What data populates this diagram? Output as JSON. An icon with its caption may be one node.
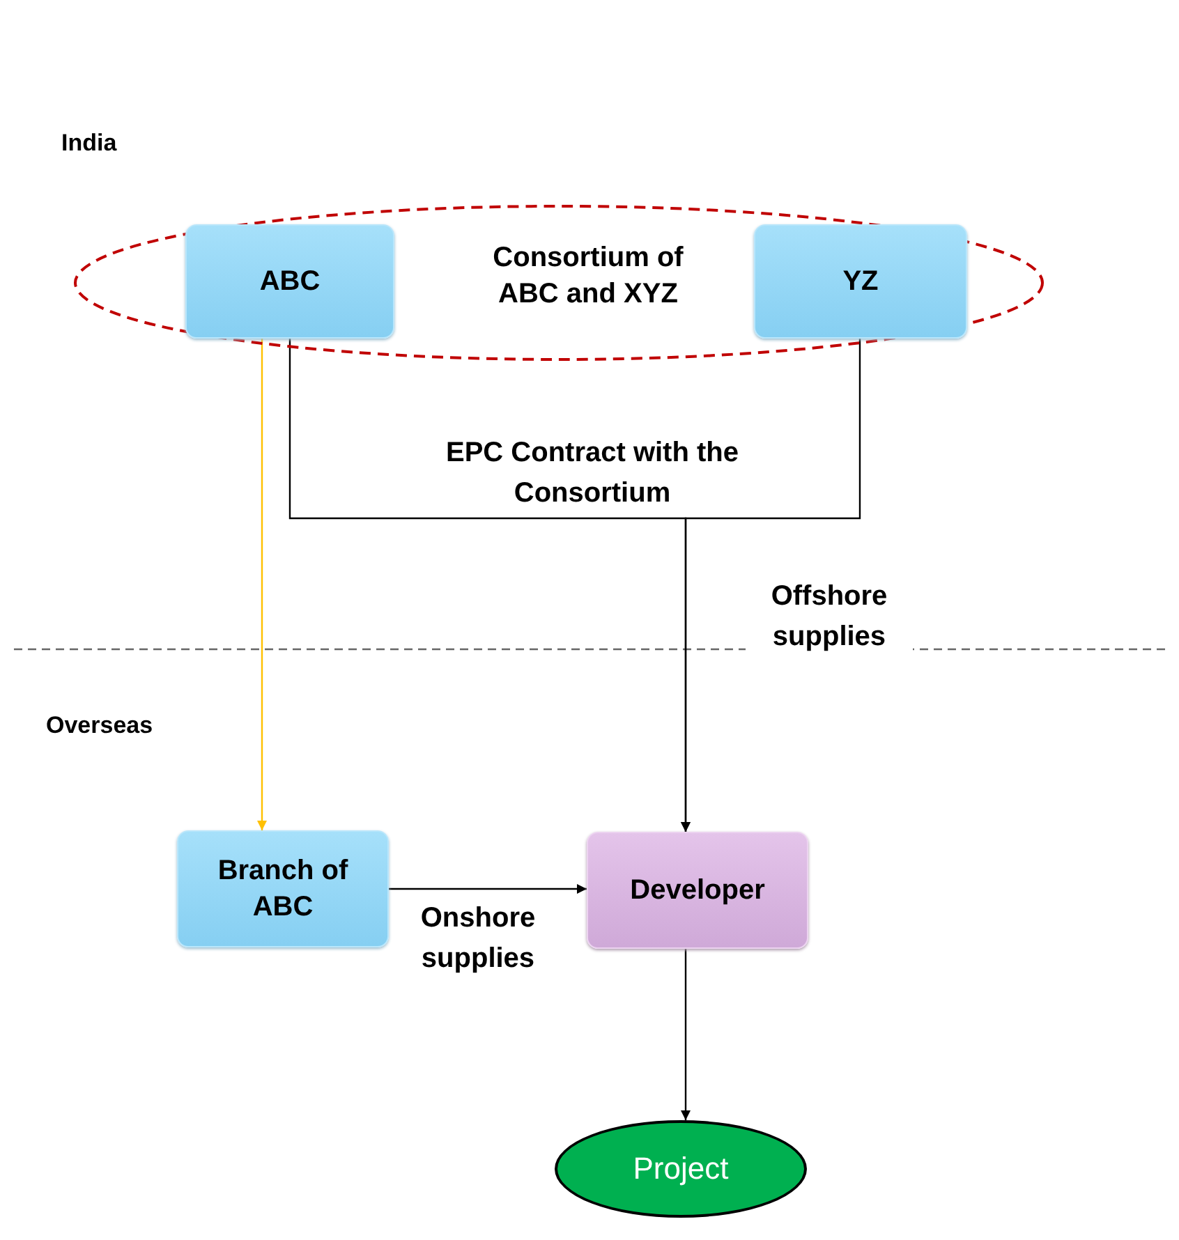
{
  "diagram": {
    "nodes": [
      {
        "text": [
          "Consortium of ABC and XYZ"
        ]
      },
      {
        "text": [
          "ABC"
        ],
        "in": 0
      },
      {
        "text": [
          "YZ"
        ],
        "in": 0
      },
      {
        "text": [
          "Branch of ABC"
        ]
      },
      {
        "text": [
          "Developer"
        ]
      },
      {
        "text": [
          "Project"
        ]
      }
    ],
    "edges": [
      {
        "from": 1,
        "to": 4,
        "arrow": "to",
        "label": "EPC Contract with the Consortium"
      },
      {
        "from": 2,
        "to": 4,
        "arrow": "to",
        "label": "Offshore supplies"
      },
      {
        "from": 1,
        "to": 3,
        "arrow": "to",
        "color": "#ffc000"
      },
      {
        "from": 3,
        "to": 4,
        "arrow": "to",
        "label": "Onshore supplies"
      },
      {
        "from": 4,
        "to": 5,
        "arrow": "to"
      }
    ],
    "labels": [
      "India",
      "Overseas"
    ]
  }
}
